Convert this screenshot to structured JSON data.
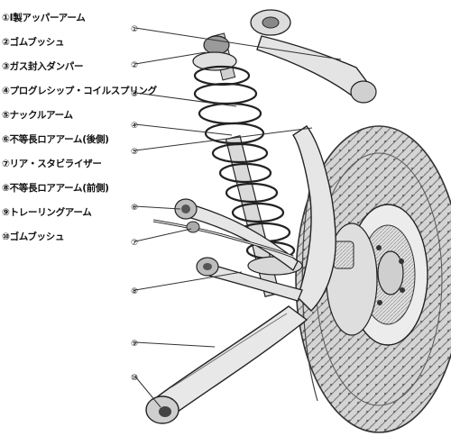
{
  "legend": [
    "①I製アッパーアーム",
    "②ゴムブッシュ",
    "③ガス封入ダンパー",
    "④プログレシップ・コイルスプリング",
    "⑤ナックルアーム",
    "⑥不等長ロアアーム(後側)",
    "⑦リア・スタビライザー",
    "⑧不等長ロアアーム(前側)",
    "⑨トレーリングアーム",
    "⑩ゴムブッシュ"
  ],
  "callouts": [
    "①",
    "②",
    "③",
    "④",
    "⑤",
    "⑥",
    "⑦",
    "⑧",
    "⑨",
    "⑩"
  ]
}
